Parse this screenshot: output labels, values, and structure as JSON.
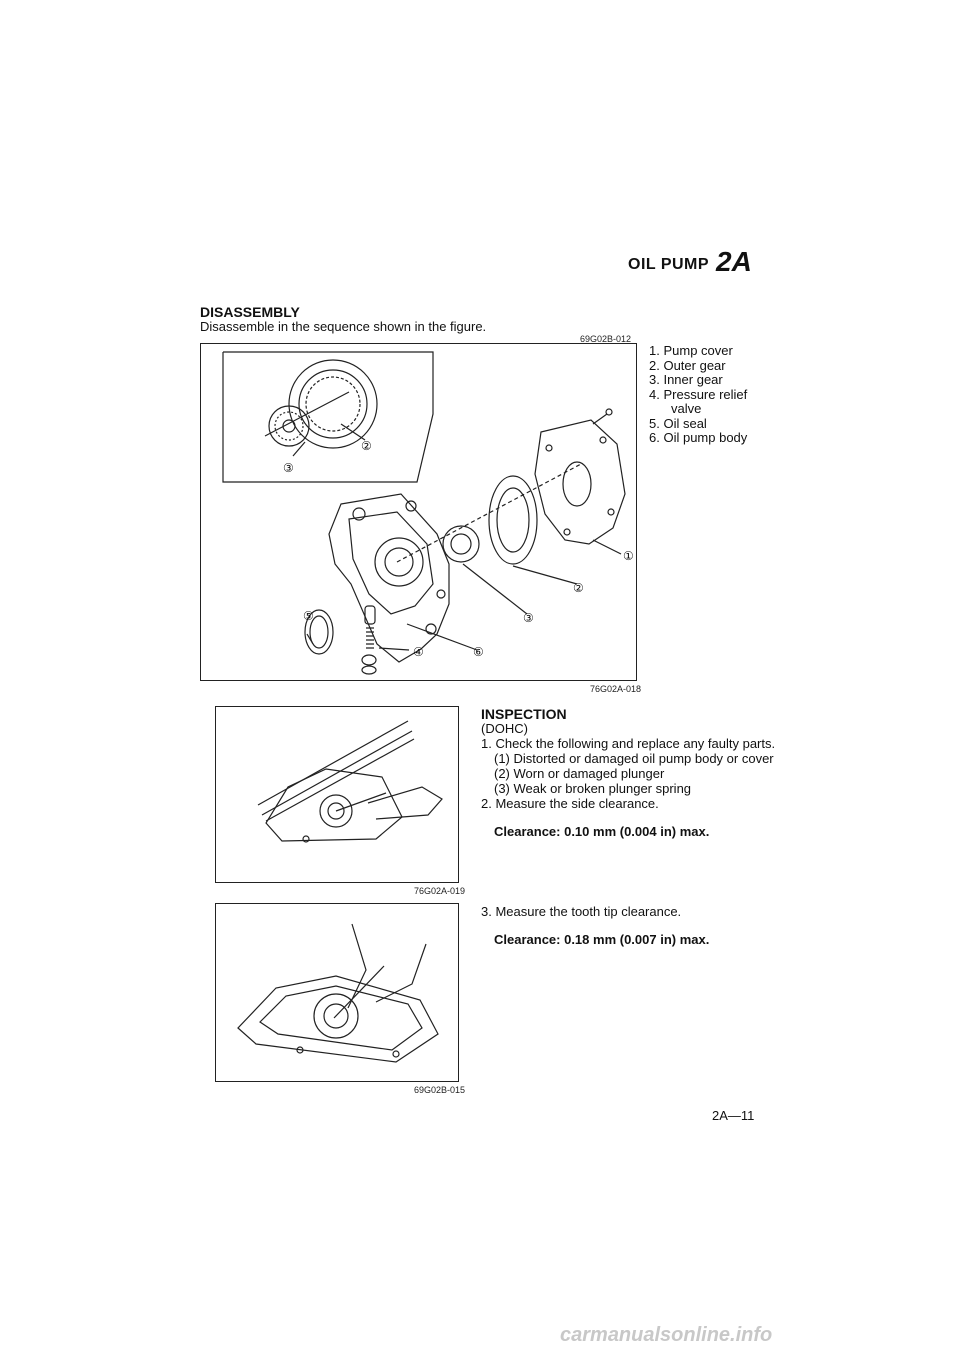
{
  "header": {
    "title": "OIL PUMP",
    "section_code": "2A"
  },
  "disassembly": {
    "heading": "DISASSEMBLY",
    "instruction": "Disassemble in the sequence shown in the figure.",
    "figure_top_code": "69G02B-012",
    "figure_bottom_code": "76G02A-018",
    "parts": [
      {
        "num": "1.",
        "name": "Pump cover"
      },
      {
        "num": "2.",
        "name": "Outer gear"
      },
      {
        "num": "3.",
        "name": "Inner gear"
      },
      {
        "num": "4.",
        "name": "Pressure relief"
      },
      {
        "num": "",
        "name": "valve"
      },
      {
        "num": "5.",
        "name": "Oil seal"
      },
      {
        "num": "6.",
        "name": "Oil pump body"
      }
    ],
    "callouts": [
      "①",
      "②",
      "③",
      "④",
      "⑤",
      "⑥",
      "②",
      "③"
    ]
  },
  "inspection": {
    "heading": "INSPECTION",
    "subheading": "(DOHC)",
    "step1": "1. Check the following and replace any faulty parts.",
    "checks": [
      "(1) Distorted or damaged oil pump body or cover",
      "(2) Worn or damaged plunger",
      "(3) Weak or broken plunger spring"
    ],
    "step2": "2. Measure the side clearance.",
    "spec1": "Clearance: 0.10 mm (0.004 in) max.",
    "figure1_code": "76G02A-019",
    "step3": "3. Measure the tooth tip clearance.",
    "spec2": "Clearance: 0.18 mm (0.007 in) max.",
    "figure2_code": "69G02B-015"
  },
  "footer": {
    "page_number": "2A—11",
    "watermark": "carmanualsonline.info"
  }
}
